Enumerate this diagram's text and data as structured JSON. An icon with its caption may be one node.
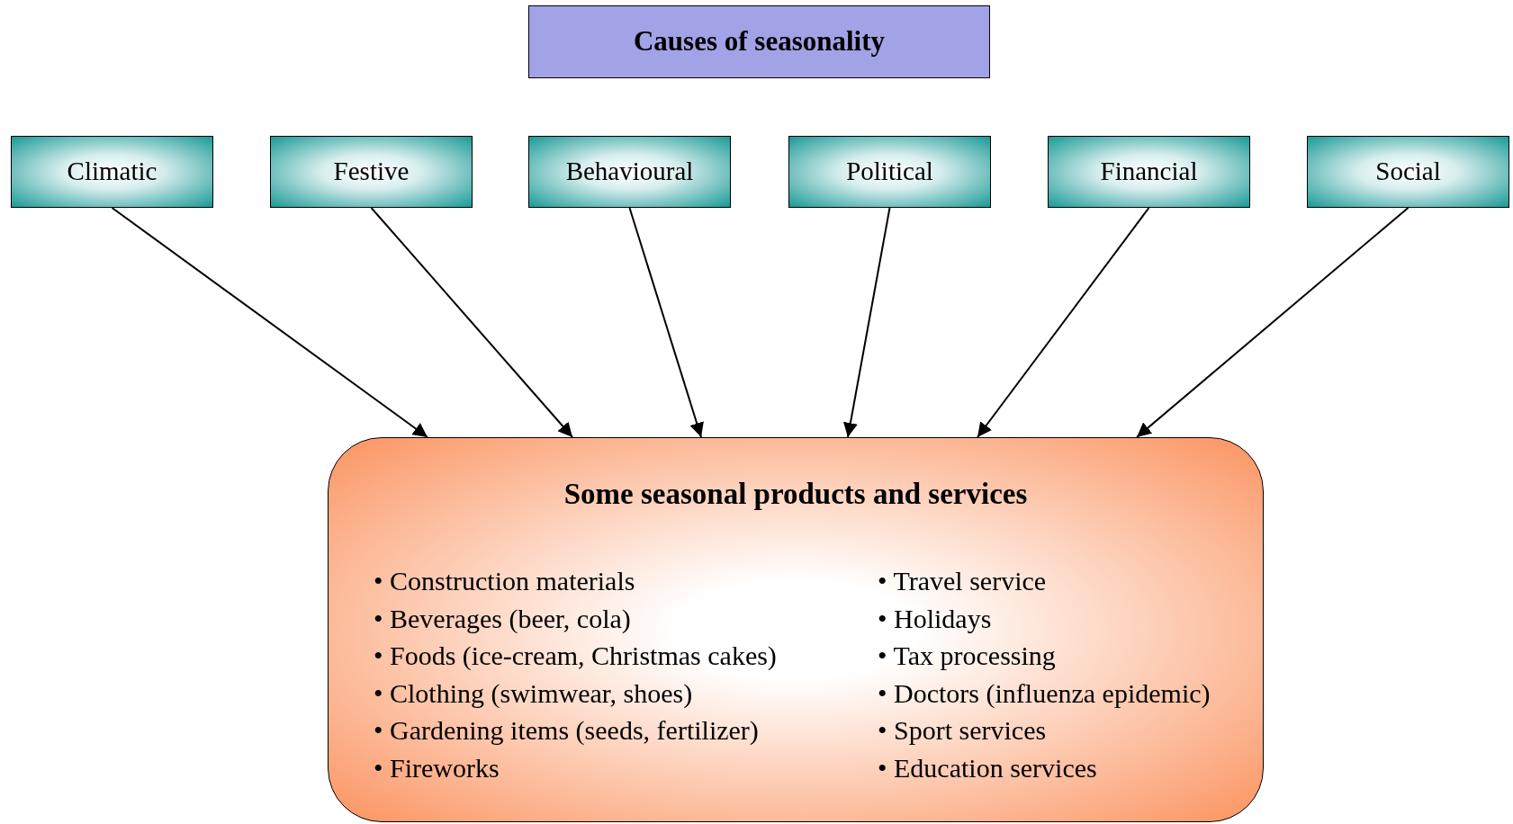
{
  "diagram": {
    "nodes": [
      {
        "text": [
          "Causes of seasonality"
        ]
      },
      {
        "text": [
          "Climatic"
        ]
      },
      {
        "text": [
          "Festive"
        ]
      },
      {
        "text": [
          "Behavioural"
        ]
      },
      {
        "text": [
          "Political"
        ]
      },
      {
        "text": [
          "Financial"
        ]
      },
      {
        "text": [
          "Social"
        ]
      },
      {
        "text": [
          "Some seasonal products and services",
          "• Construction materials",
          "• Beverages (beer, cola)",
          "• Foods (ice-cream, Christmas cakes)",
          "• Clothing (swimwear, shoes)",
          "• Gardening items (seeds, fertilizer)",
          "• Fireworks",
          "• Travel service",
          "• Holidays",
          "• Tax processing",
          "• Doctors (influenza epidemic)",
          "• Sport services",
          "• Education services"
        ]
      }
    ],
    "edges": [
      {
        "from": 1,
        "to": 7,
        "arrow": "to"
      },
      {
        "from": 2,
        "to": 7,
        "arrow": "to"
      },
      {
        "from": 3,
        "to": 7,
        "arrow": "to"
      },
      {
        "from": 4,
        "to": 7,
        "arrow": "to"
      },
      {
        "from": 5,
        "to": 7,
        "arrow": "to"
      },
      {
        "from": 6,
        "to": 7,
        "arrow": "to"
      }
    ]
  }
}
